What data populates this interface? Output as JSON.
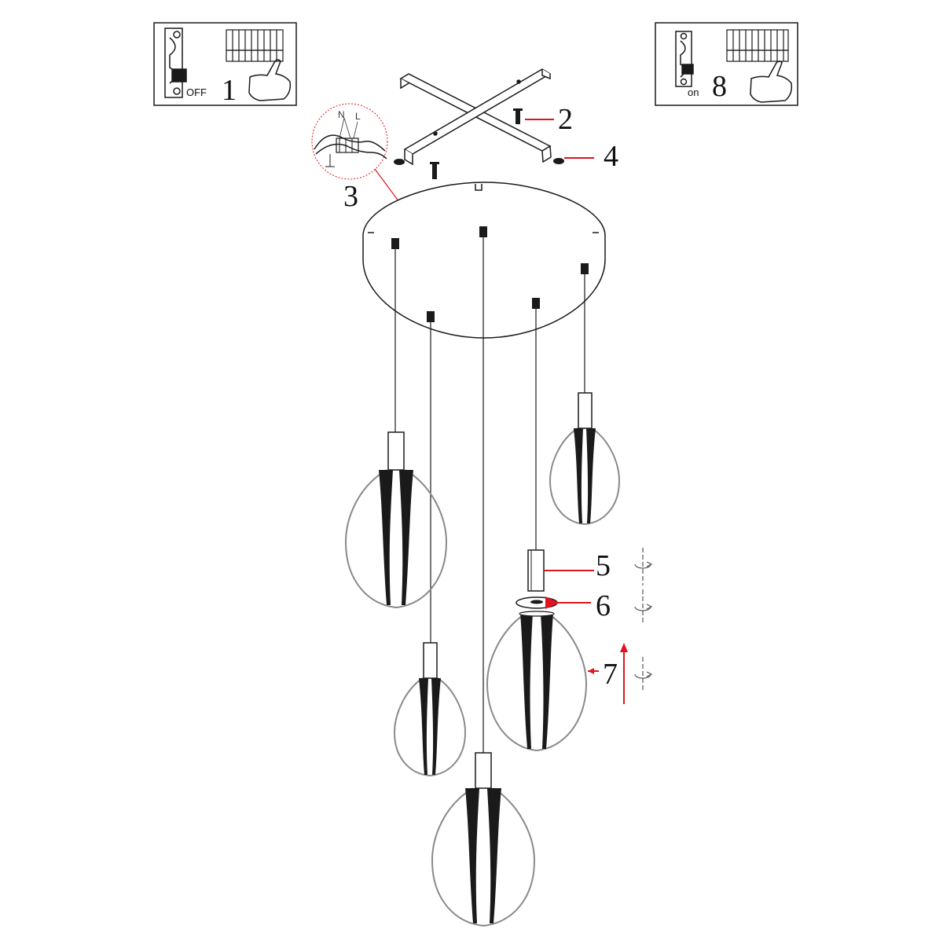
{
  "steps": {
    "step1": {
      "label": "1",
      "switch_text": "OFF"
    },
    "step2": {
      "label": "2"
    },
    "step3": {
      "label": "3",
      "neutral": "N",
      "live": "L"
    },
    "step4": {
      "label": "4"
    },
    "step5": {
      "label": "5"
    },
    "step6": {
      "label": "6"
    },
    "step7": {
      "label": "7"
    },
    "step8": {
      "label": "8",
      "switch_text": "on"
    }
  },
  "colors": {
    "line": "#1a1a1a",
    "glass": "#8a8a8a",
    "accent": "#e0141e"
  },
  "icons": [
    "breaker-switch-icon",
    "terminal-block-icon",
    "hand-icon",
    "screw-icon",
    "rotate-icon"
  ]
}
